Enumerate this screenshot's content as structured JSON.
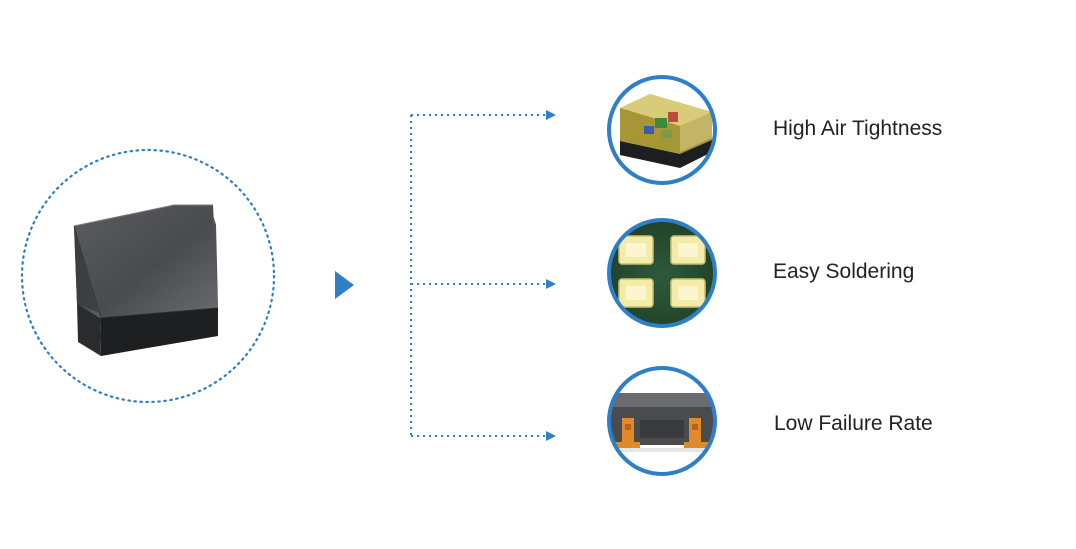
{
  "colors": {
    "accent": "#2F7FC8",
    "text": "#222222",
    "chip_top": "#4d4f52",
    "chip_base": "#1e1f21"
  },
  "features": [
    {
      "label": "High Air Tightness",
      "icon": "sealed-package-icon"
    },
    {
      "label": "Easy Soldering",
      "icon": "solder-pads-icon"
    },
    {
      "label": "Low Failure Rate",
      "icon": "cross-section-icon"
    }
  ],
  "main_icon": "chip-package-icon"
}
